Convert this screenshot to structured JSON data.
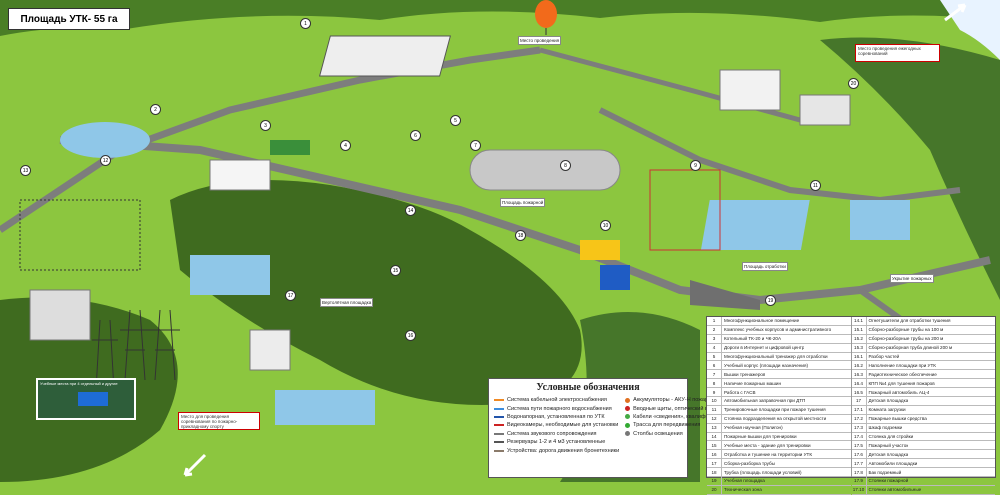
{
  "title": "Площадь УТК- 55 га",
  "legend": {
    "heading": "Условные обозначения",
    "items_left": [
      {
        "text": "Система кабельной электроснабжения",
        "color": "#f08a24"
      },
      {
        "text": "Система пути пожарного водоснабжения",
        "color": "#3c8dde"
      },
      {
        "text": "Водонапорная, установленная по УТК",
        "color": "#2255aa"
      },
      {
        "text": "Видеокамеры, необходимые для установки",
        "color": "#cc2222"
      },
      {
        "text": "Система звукового сопровождения",
        "color": "#777777"
      },
      {
        "text": "Резервуары 1-2 и 4 м3 установленные",
        "color": "#555555"
      },
      {
        "text": "Устройства: дорога движения бронетехники",
        "color": "#8a7a6a"
      }
    ],
    "items_right": [
      {
        "text": "Аккумуляторы - АКУ-Н пожаротушения",
        "color": "#e07020"
      },
      {
        "text": "Вводные щиты, оптический ввод",
        "color": "#cc2222"
      },
      {
        "text": "Кабели «сведения», квалификация",
        "color": "#44aa44"
      },
      {
        "text": "Трасса для передвижения",
        "color": "#33aa33"
      },
      {
        "text": "Столбы освещения",
        "color": "#777777"
      }
    ]
  },
  "table": {
    "left": [
      {
        "n": "1",
        "t": "Многофункциональное помещение"
      },
      {
        "n": "2",
        "t": "Комплекс учебных корпусов и административного"
      },
      {
        "n": "3",
        "t": "Котельный ТК-20 и ЧК-20А"
      },
      {
        "n": "4",
        "t": "Дороги в Интернет и цифровой центр"
      },
      {
        "n": "5",
        "t": "Многофункциональный тренажер для отработки"
      },
      {
        "n": "6",
        "t": "Учебный корпус (площади назначения)"
      },
      {
        "n": "7",
        "t": "Вышки тренажеров"
      },
      {
        "n": "8",
        "t": "Наличие пожарных машин"
      },
      {
        "n": "9",
        "t": "Работа с ГАСВ"
      },
      {
        "n": "10",
        "t": "Автомобильная заправочная при ДТП"
      },
      {
        "n": "11",
        "t": "Тренировочные площадки при пожаре тушения"
      },
      {
        "n": "12",
        "t": "Стоянка подразделения на открытой местности"
      },
      {
        "n": "13",
        "t": "Учебная научная (Полигон)"
      },
      {
        "n": "14",
        "t": "Пожарные вышки для тренировки"
      },
      {
        "n": "15",
        "t": "Учебные места - здание для тренировки"
      },
      {
        "n": "16",
        "t": "Отработка и тушение на территории УТК"
      },
      {
        "n": "17",
        "t": "Сборка-разборка трубы"
      },
      {
        "n": "18",
        "t": "Трубка (площадь площади условий)"
      },
      {
        "n": "19",
        "t": "Учебная площадка"
      },
      {
        "n": "20",
        "t": "Техническая зона"
      }
    ],
    "right": [
      {
        "n": "14.1",
        "t": "Огнетушители для отработки тушения"
      },
      {
        "n": "15.1",
        "t": "Сборно-разборные трубы на 100 м"
      },
      {
        "n": "15.2",
        "t": "Сборно-разборные трубы на 200 м"
      },
      {
        "n": "15.3",
        "t": "Сборно-разборная труба длиной 200 м"
      },
      {
        "n": "16.1",
        "t": "Разбор частей"
      },
      {
        "n": "16.2",
        "t": "Наполнение площадки при УТК"
      },
      {
        "n": "16.3",
        "t": "Радиотехническое обеспечение"
      },
      {
        "n": "16.4",
        "t": "КПП №4 для тушения пожаров"
      },
      {
        "n": "16.5",
        "t": "Пожарный автомобиль АЦ-4"
      },
      {
        "n": "17",
        "t": "Детская площадка"
      },
      {
        "n": "17.1",
        "t": "Комната загрузки"
      },
      {
        "n": "17.2",
        "t": "Пожарные вышки средства"
      },
      {
        "n": "17.3",
        "t": "Шкаф подземки"
      },
      {
        "n": "17.4",
        "t": "Стоянка для стройки"
      },
      {
        "n": "17.5",
        "t": "Пожарный участок"
      },
      {
        "n": "17.6",
        "t": "Детская площадка"
      },
      {
        "n": "17.7",
        "t": "Автомобили площадки"
      },
      {
        "n": "17.8",
        "t": "Бак подземный"
      },
      {
        "n": "17.9",
        "t": "Стоянки пожарной"
      },
      {
        "n": "17.10",
        "t": "Стоянки автомобильные"
      }
    ]
  },
  "labels": {
    "hangar": "Площадь пожарной",
    "pit": "Площадь отработки",
    "tunnel": "Укрытие пожарных",
    "helipad": "Вертолётная площадка",
    "balloon_note": "Место проведения",
    "top_note": "Место проведения ежегодных соревнований",
    "bottom_note": "Место для проведения соревнования по пожарно-прикладному спорту"
  },
  "photo_caption": "Учебные места при 4 отдельный и другие",
  "markers": [
    "1",
    "2",
    "3",
    "4",
    "5",
    "6",
    "7",
    "8",
    "9",
    "10",
    "11",
    "12",
    "13",
    "14",
    "15",
    "16",
    "17",
    "18",
    "19",
    "20"
  ],
  "colors": {
    "grass": "#8cc63f",
    "road": "#7d7d7d",
    "forest": "#3f6b1f",
    "water": "#8fc7e8",
    "accent": "#cc2222"
  }
}
